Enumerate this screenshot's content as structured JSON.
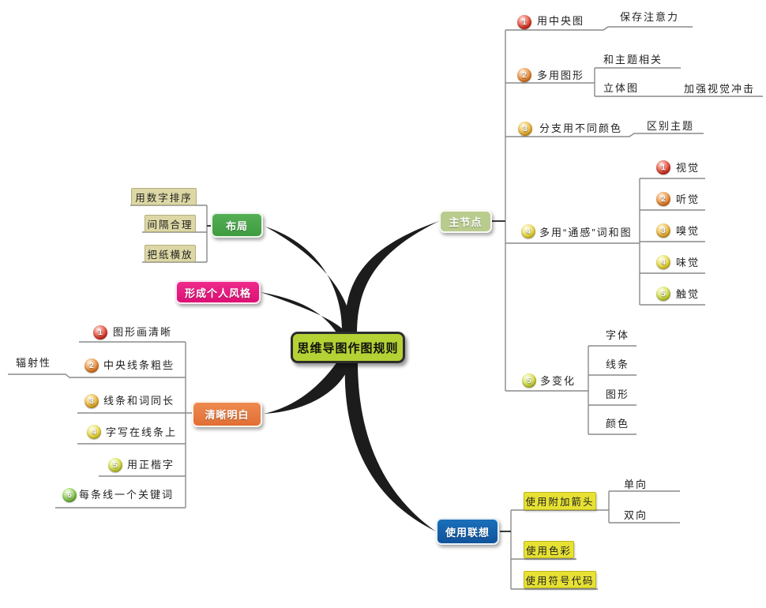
{
  "center": {
    "label": "思维导图作图规则"
  },
  "colors": {
    "center_fill": "#b4d234",
    "main_node_fill": "#b9cc8e",
    "layout_fill": "#48a648",
    "style_fill": "#e6187e",
    "clarity_fill": "#e97c44",
    "association_fill": "#1463ad",
    "tan_child_fill": "#dcd7a4",
    "yellow_child_fill": "#e7e134",
    "wire_gray": "#8a8a8a",
    "curve_black": "#1c1c1c"
  },
  "main": {
    "label": "主节点",
    "items": [
      {
        "num": "1",
        "label": "用中央图",
        "note": "保存注意力"
      },
      {
        "num": "2",
        "label": "多用图形",
        "sub1": "和主题相关",
        "sub2": "立体图",
        "sub2_note": "加强视觉冲击"
      },
      {
        "num": "3",
        "label": "分支用不同颜色",
        "note": "区别主题"
      },
      {
        "num": "4",
        "label": "多用“通感”词和图",
        "senses": [
          {
            "num": "1",
            "label": "视觉"
          },
          {
            "num": "2",
            "label": "听觉"
          },
          {
            "num": "3",
            "label": "嗅觉"
          },
          {
            "num": "4",
            "label": "味觉"
          },
          {
            "num": "5",
            "label": "触觉"
          }
        ]
      },
      {
        "num": "5",
        "label": "多变化",
        "variations": [
          "字体",
          "线条",
          "图形",
          "颜色"
        ]
      }
    ]
  },
  "layout": {
    "label": "布局",
    "items": [
      "用数字排序",
      "间隔合理",
      "把纸横放"
    ]
  },
  "style": {
    "label": "形成个人风格"
  },
  "clarity": {
    "label": "清晰明白",
    "radiance": "辐射性",
    "items": [
      {
        "num": "1",
        "label": "图形画清晰"
      },
      {
        "num": "2",
        "label": "中央线条粗些"
      },
      {
        "num": "3",
        "label": "线条和词同长"
      },
      {
        "num": "4",
        "label": "字写在线条上"
      },
      {
        "num": "5",
        "label": "用正楷字"
      },
      {
        "num": "6",
        "label": "每条线一个关键词"
      }
    ]
  },
  "assoc": {
    "label": "使用联想",
    "items": [
      {
        "label": "使用附加箭头",
        "children": [
          "单向",
          "双向"
        ]
      },
      {
        "label": "使用色彩"
      },
      {
        "label": "使用符号代码"
      }
    ]
  }
}
